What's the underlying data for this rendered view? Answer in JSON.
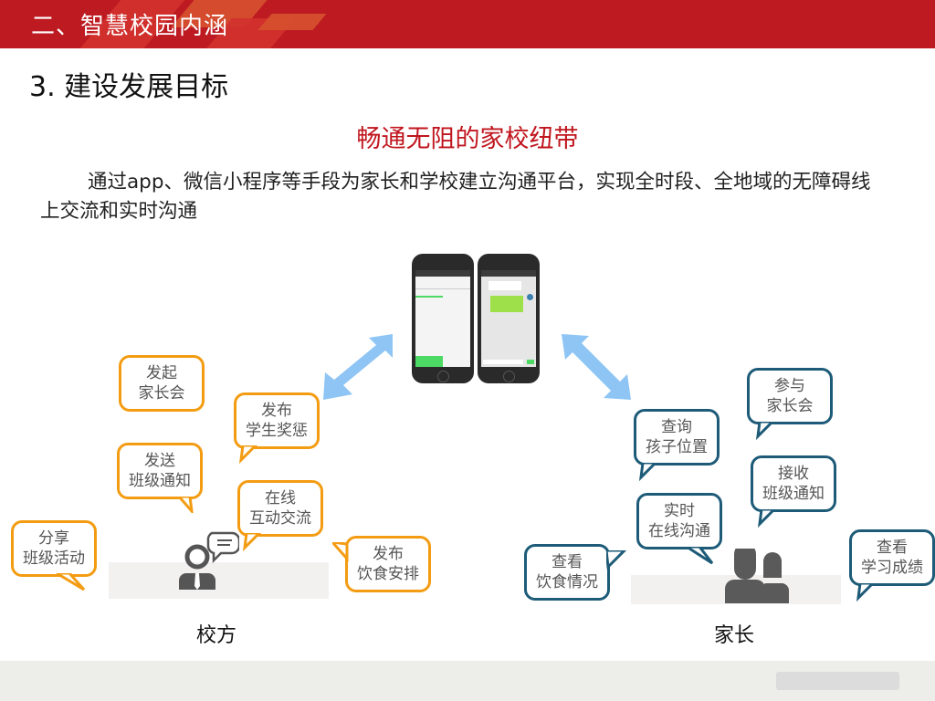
{
  "header": {
    "title": "二、智慧校园内涵",
    "color": "#bd1a21"
  },
  "section": {
    "title": "3. 建设发展目标"
  },
  "subtitle": "畅通无阻的家校纽带",
  "paragraph": "通过app、微信小程序等手段为家长和学校建立沟通平台，实现全时段、全地域的无障碍线上交流和实时沟通",
  "school": {
    "label": "校方",
    "bubble_color": "#f39c12",
    "bubbles": [
      {
        "line1": "发起",
        "line2": "家长会"
      },
      {
        "line1": "发布",
        "line2": "学生奖惩"
      },
      {
        "line1": "发送",
        "line2": "班级通知"
      },
      {
        "line1": "在线",
        "line2": "互动交流"
      },
      {
        "line1": "分享",
        "line2": "班级活动"
      },
      {
        "line1": "发布",
        "line2": "饮食安排"
      }
    ]
  },
  "parent": {
    "label": "家长",
    "bubble_color": "#1d5b78",
    "bubbles": [
      {
        "line1": "参与",
        "line2": "家长会"
      },
      {
        "line1": "查询",
        "line2": "孩子位置"
      },
      {
        "line1": "接收",
        "line2": "班级通知"
      },
      {
        "line1": "实时",
        "line2": "在线沟通"
      },
      {
        "line1": "查看",
        "line2": "饮食情况"
      },
      {
        "line1": "查看",
        "line2": "学习成绩"
      }
    ]
  },
  "arrow_color": "#8ec5f5"
}
